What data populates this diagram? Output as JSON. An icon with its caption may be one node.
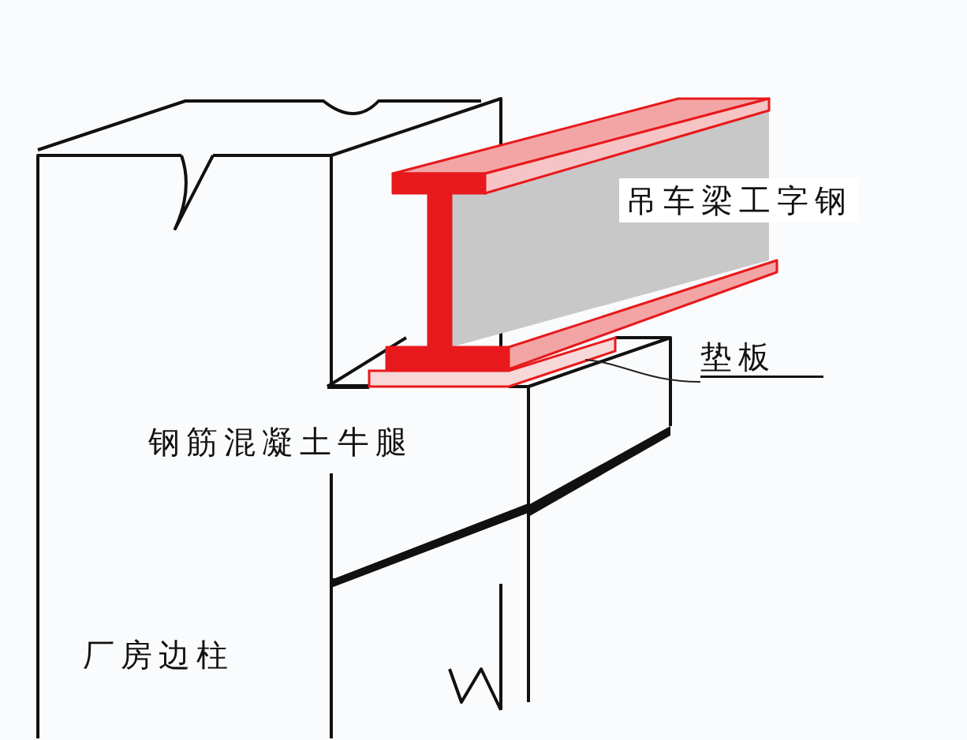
{
  "diagram": {
    "nodes": [
      {
        "text": [
          "垫板"
        ]
      },
      {
        "text": [],
        "shape": "bar"
      }
    ],
    "edges": [
      {
        "from": 0,
        "to": 1,
        "arrow": "none"
      }
    ],
    "labels": [
      "吊车梁工字钢",
      "钢筋混凝土牛腿",
      "厂房边柱"
    ]
  }
}
